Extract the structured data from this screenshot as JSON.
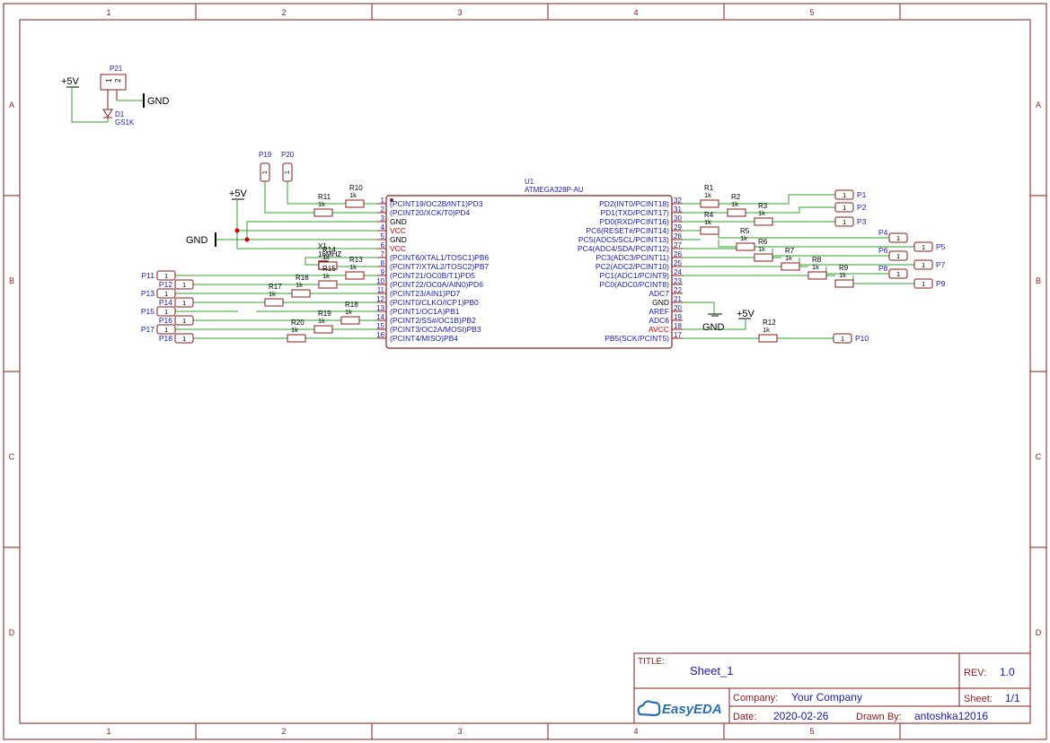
{
  "colors": {
    "frame": "#8b1a1a",
    "wire": "#2ea02e",
    "pin": "#8b1a1a",
    "label": "#1a1aaa",
    "power": "#cc0000",
    "text": "#000000"
  },
  "frame": {
    "col_labels": [
      "1",
      "2",
      "3",
      "4",
      "5"
    ],
    "row_labels": [
      "A",
      "B",
      "C",
      "D"
    ]
  },
  "u1": {
    "ref": "U1",
    "value": "ATMEGA328P-AU",
    "left_pins": [
      {
        "num": "1",
        "name": "(PCINT19/OC2B/INT1)PD3",
        "power": false
      },
      {
        "num": "2",
        "name": "(PCINT20/XCK/T0)PD4",
        "power": false
      },
      {
        "num": "3",
        "name": "GND",
        "power": false,
        "plain": true
      },
      {
        "num": "4",
        "name": "VCC",
        "power": true
      },
      {
        "num": "5",
        "name": "GND",
        "power": false,
        "plain": true
      },
      {
        "num": "6",
        "name": "VCC",
        "power": true
      },
      {
        "num": "7",
        "name": "(PCINT6/XTAL1/TOSC1)PB6",
        "power": false
      },
      {
        "num": "8",
        "name": "(PCINT7/XTAL2/TOSC2)PB7",
        "power": false
      },
      {
        "num": "9",
        "name": "(PCINT21/OC0B/T1)PD5",
        "power": false
      },
      {
        "num": "10",
        "name": "(PCINT22/OC0A/AIN0)PD6",
        "power": false
      },
      {
        "num": "11",
        "name": "(PCINT23/AIN1)PD7",
        "power": false
      },
      {
        "num": "12",
        "name": "(PCINT0/CLKO/ICP1)PB0",
        "power": false
      },
      {
        "num": "13",
        "name": "(PCINT1/OC1A)PB1",
        "power": false
      },
      {
        "num": "14",
        "name": "(PCINT2/SS#/OC1B)PB2",
        "power": false
      },
      {
        "num": "15",
        "name": "(PCINT3/OC2A/MOSI)PB3",
        "power": false
      },
      {
        "num": "16",
        "name": "(PCINT4/MISO)PB4",
        "power": false
      }
    ],
    "right_pins": [
      {
        "num": "32",
        "name": "PD2(INT0/PCINT18)",
        "power": false
      },
      {
        "num": "31",
        "name": "PD1(TXD/PCINT17)",
        "power": false
      },
      {
        "num": "30",
        "name": "PD0(RXD/PCINT16)",
        "power": false
      },
      {
        "num": "29",
        "name": "PC6(RESET#/PCINT14)",
        "power": false
      },
      {
        "num": "28",
        "name": "PC5(ADC5/SCL/PCINT13)",
        "power": false
      },
      {
        "num": "27",
        "name": "PC4(ADC4/SDA/PCINT12)",
        "power": false
      },
      {
        "num": "26",
        "name": "PC3(ADC3/PCINT11)",
        "power": false
      },
      {
        "num": "25",
        "name": "PC2(ADC2/PCINT10)",
        "power": false
      },
      {
        "num": "24",
        "name": "PC1(ADC1/PCINT9)",
        "power": false
      },
      {
        "num": "23",
        "name": "PC0(ADC0/PCINT8)",
        "power": false
      },
      {
        "num": "22",
        "name": "ADC7",
        "power": false
      },
      {
        "num": "21",
        "name": "GND",
        "power": false,
        "plain": true
      },
      {
        "num": "20",
        "name": "AREF",
        "power": false
      },
      {
        "num": "19",
        "name": "ADC6",
        "power": false
      },
      {
        "num": "18",
        "name": "AVCC",
        "power": true
      },
      {
        "num": "17",
        "name": "PB5(SCK/PCINT5)",
        "power": false
      }
    ]
  },
  "resistors": [
    {
      "ref": "R10",
      "val": "1k"
    },
    {
      "ref": "R11",
      "val": "1k"
    },
    {
      "ref": "R13",
      "val": "1k"
    },
    {
      "ref": "R14",
      "val": "1k"
    },
    {
      "ref": "R15",
      "val": "1k"
    },
    {
      "ref": "R16",
      "val": "1k"
    },
    {
      "ref": "R17",
      "val": "1k"
    },
    {
      "ref": "R18",
      "val": "1k"
    },
    {
      "ref": "R19",
      "val": "1k"
    },
    {
      "ref": "R20",
      "val": "1k"
    },
    {
      "ref": "R1",
      "val": "1k"
    },
    {
      "ref": "R2",
      "val": "1k"
    },
    {
      "ref": "R3",
      "val": "1k"
    },
    {
      "ref": "R4",
      "val": "1k"
    },
    {
      "ref": "R5",
      "val": "1k"
    },
    {
      "ref": "R6",
      "val": "1k"
    },
    {
      "ref": "R7",
      "val": "1k"
    },
    {
      "ref": "R8",
      "val": "1k"
    },
    {
      "ref": "R9",
      "val": "1k"
    },
    {
      "ref": "R12",
      "val": "1k"
    }
  ],
  "headers_right": [
    "P1",
    "P2",
    "P3",
    "P4",
    "P5",
    "P6",
    "P7",
    "P8",
    "P9",
    "P10"
  ],
  "headers_left": [
    "P11",
    "P12",
    "P13",
    "P14",
    "P15",
    "P16",
    "P17",
    "P18"
  ],
  "header_pin": "1",
  "p19": "P19",
  "p20": "P20",
  "p21": {
    "ref": "P21",
    "pin1": "1",
    "pin2": "2"
  },
  "d1": {
    "ref": "D1",
    "value": "GS1K"
  },
  "x1": {
    "ref": "X1",
    "value": "16MHZ"
  },
  "power": {
    "plus5v": "+5V",
    "gnd": "GND"
  },
  "title_block": {
    "title_label": "TITLE:",
    "title": "Sheet_1",
    "rev_label": "REV:",
    "rev": "1.0",
    "company_label": "Company:",
    "company": "Your Company",
    "sheet_label": "Sheet:",
    "sheet": "1/1",
    "date_label": "Date:",
    "date": "2020-02-26",
    "drawn_label": "Drawn By:",
    "drawn": "antoshka12016",
    "logo": "EasyEDA"
  }
}
